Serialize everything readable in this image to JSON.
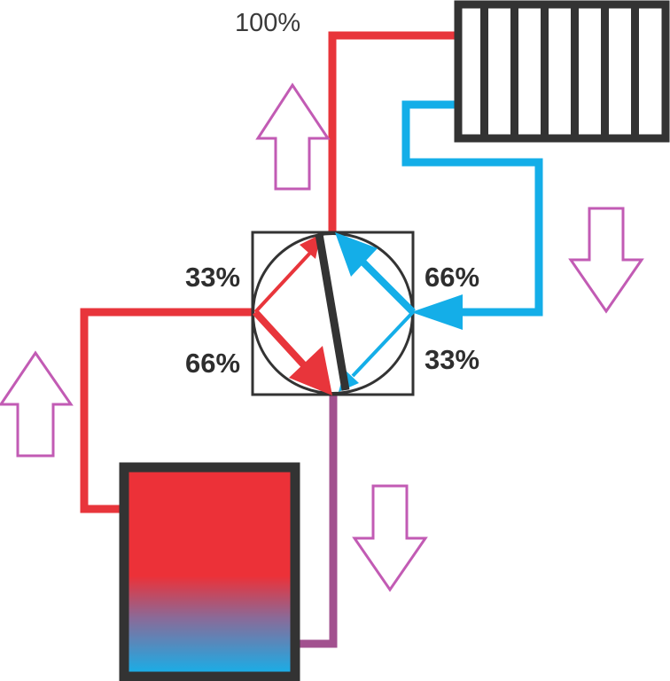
{
  "labels": {
    "total_flow": "100%",
    "hot_upper": "33%",
    "hot_lower": "66%",
    "cold_upper": "66%",
    "cold_lower": "33%"
  },
  "colors": {
    "hot": "#e8353b",
    "cold": "#14aee8",
    "mixed": "#a2518f",
    "outline": "#333333",
    "arrow_outline": "#c25bb4"
  },
  "icons": {
    "radiator": "radiator-icon",
    "tank": "storage-tank-icon",
    "valve": "mixing-valve-icon",
    "flow_up": "flow-up-arrow-icon",
    "flow_down": "flow-down-arrow-icon"
  }
}
